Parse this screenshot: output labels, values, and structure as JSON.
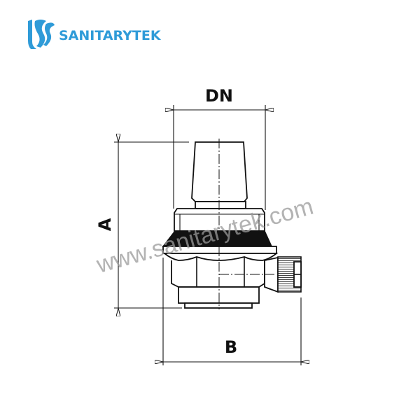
{
  "logo": {
    "text": "SANITARYTEK",
    "color": "#2f9bd8"
  },
  "dimensions": {
    "top": "DN",
    "height": "A",
    "width": "B"
  },
  "watermark": "www.sanitarytek.com"
}
